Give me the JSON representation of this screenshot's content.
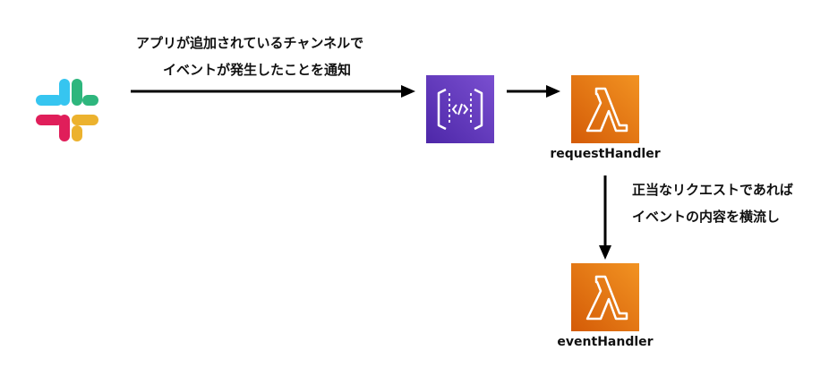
{
  "edges": {
    "slack_to_gateway": {
      "line1": "アプリが追加されているチャンネルで",
      "line2": "イベントが発生したことを通知"
    },
    "request_to_event": {
      "line1": "正当なリクエストであれば",
      "line2": "イベントの内容を横流し"
    }
  },
  "nodes": {
    "request_handler": {
      "name": "requestHandler"
    },
    "event_handler": {
      "name": "eventHandler"
    }
  },
  "colors": {
    "api_gateway": "#5a3fa0",
    "lambda": "#e67a1f",
    "arrow": "#000000"
  },
  "icons": {
    "slack": "slack-logo-icon",
    "api_gateway": "api-gateway-icon",
    "lambda": "lambda-icon"
  }
}
